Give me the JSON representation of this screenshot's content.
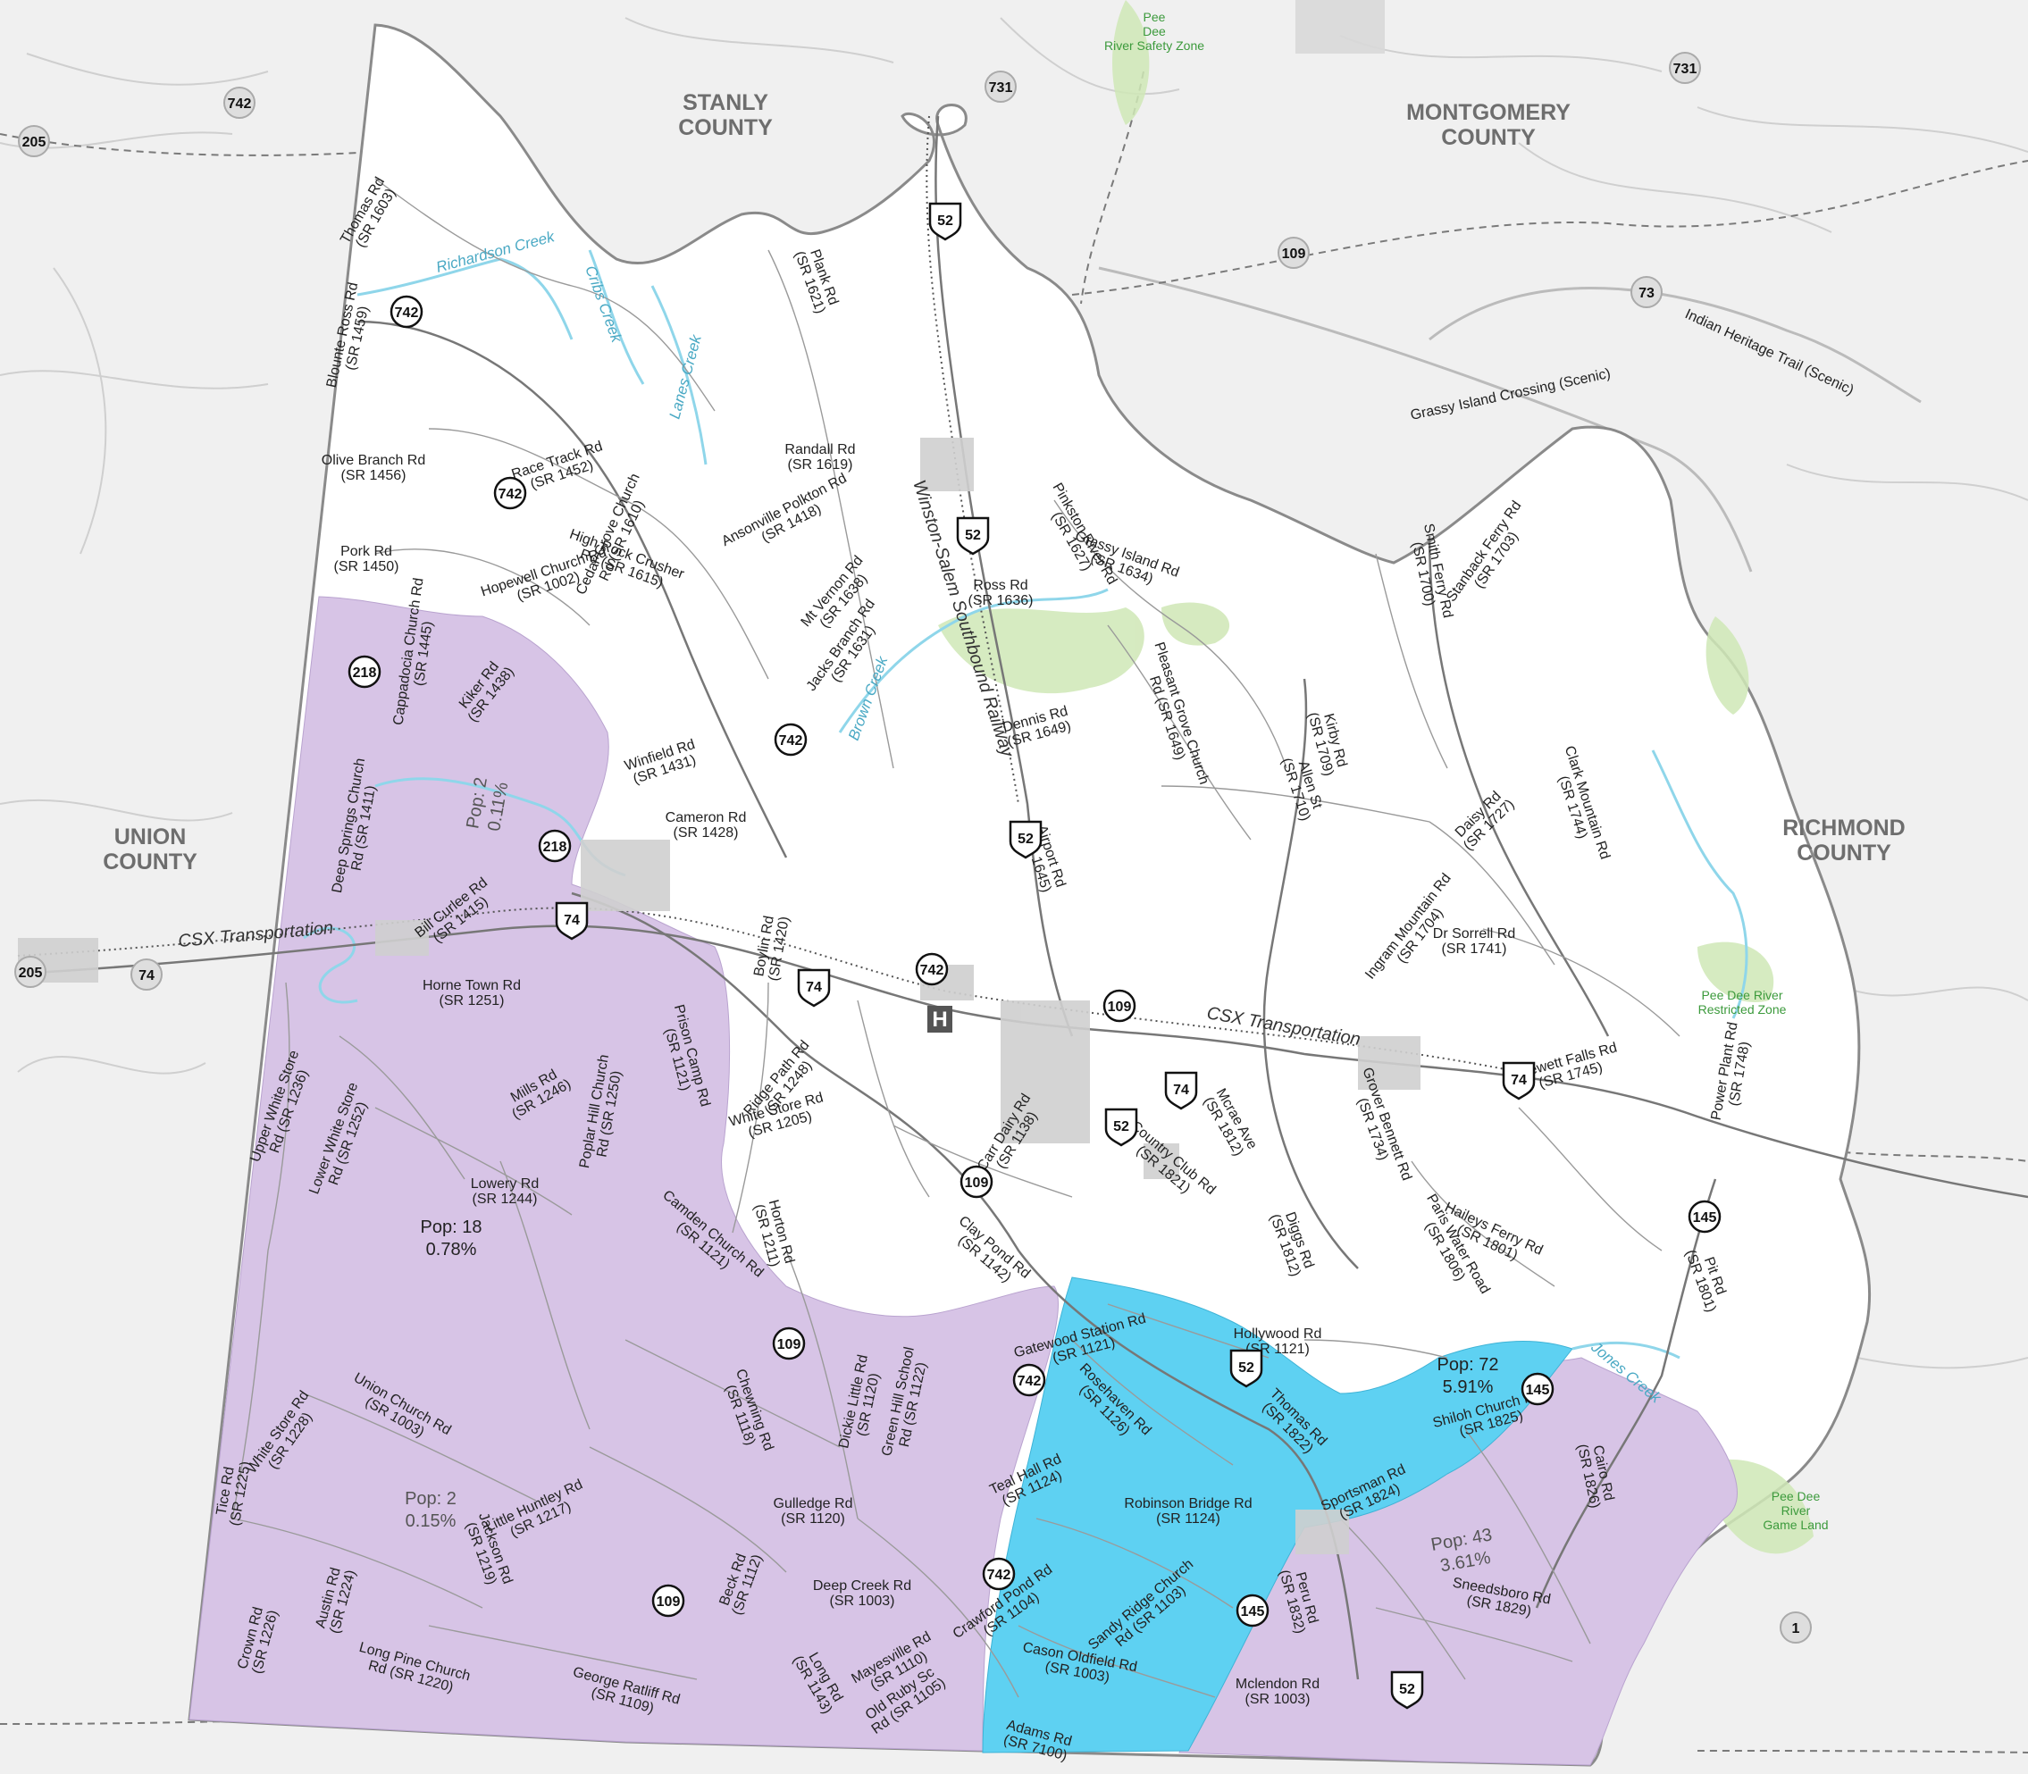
{
  "counties": [
    {
      "id": "stanly",
      "line1": "STANLY",
      "line2": "COUNTY"
    },
    {
      "id": "montgomery",
      "line1": "MONTGOMERY",
      "line2": "COUNTY"
    },
    {
      "id": "union",
      "line1": "UNION",
      "line2": "COUNTY"
    },
    {
      "id": "richmond",
      "line1": "RICHMOND",
      "line2": "COUNTY"
    }
  ],
  "population_zones": [
    {
      "id": "zone-nw",
      "pop": "Pop: 2",
      "pct": "0.11%",
      "color": "#d7c4e6"
    },
    {
      "id": "zone-west",
      "pop": "Pop: 18",
      "pct": "0.78%",
      "color": "#d7c4e6"
    },
    {
      "id": "zone-sw",
      "pop": "Pop: 2",
      "pct": "0.15%",
      "color": "#d7c4e6"
    },
    {
      "id": "zone-blue",
      "pop": "Pop: 72",
      "pct": "5.91%",
      "color": "#5ed1f2"
    },
    {
      "id": "zone-se",
      "pop": "Pop: 43",
      "pct": "3.61%",
      "color": "#d7c4e6"
    }
  ],
  "water": [
    "Richardson Creek",
    "Cribs Creek",
    "Lanes Creek",
    "Brown Creek",
    "Jones Creek"
  ],
  "railways": [
    "Winston-Salem Southbound Railway",
    "CSX Transportation",
    "CSX Transportation"
  ],
  "scenic_routes": [
    "Grassy Island Crossing (Scenic)",
    "Indian Heritage Trail (Scenic)"
  ],
  "parks": [
    {
      "line1": "Pee",
      "line2": "Dee",
      "line3": "River Safety Zone"
    },
    {
      "line1": "Pee Dee River",
      "line2": "Restricted Zone"
    },
    {
      "line1": "Pee Dee",
      "line2": "River",
      "line3": "Game Land"
    }
  ],
  "shields": [
    "742",
    "205",
    "731",
    "731",
    "109",
    "73",
    "52",
    "742",
    "742",
    "52",
    "218",
    "742",
    "218",
    "52",
    "74",
    "742",
    "74",
    "109",
    "74",
    "52",
    "109",
    "145",
    "742",
    "109",
    "52",
    "145",
    "109",
    "742",
    "145",
    "52",
    "205",
    "74",
    "218",
    "74",
    "1"
  ],
  "roads": [
    [
      "Thomas Rd",
      "(SR 1603)"
    ],
    [
      "Blounte Ross Rd",
      "(SR 1459)"
    ],
    [
      "Plank Rd",
      "(SR 1621)"
    ],
    [
      "Olive Branch Rd",
      "(SR 1456)"
    ],
    [
      "Race Track Rd",
      "(SR 1452)"
    ],
    [
      "Cedar Grove Church",
      "Rd (SR 1610)"
    ],
    [
      "Randall Rd",
      "(SR 1619)"
    ],
    [
      "Ansonville Polkton Rd",
      "(SR 1418)"
    ],
    [
      "Pork Rd",
      "(SR 1450)"
    ],
    [
      "Cappadocia Church Rd",
      "(SR 1445)"
    ],
    [
      "Hopewell Church Rd",
      "(SR 1002)"
    ],
    [
      "High Rock Crusher",
      "Rd (SR 1615)"
    ],
    [
      "Mt Vernon Rd",
      "(SR 1638)"
    ],
    [
      "Jacks Branch Rd",
      "(SR 1631)"
    ],
    [
      "Ross Rd",
      "(SR 1636)"
    ],
    [
      "Pinkston River Rd",
      "(SR 1627)"
    ],
    [
      "Grassy Island Rd",
      "(SR 1634)"
    ],
    [
      "Smith Ferry Rd",
      "(SR 1700)"
    ],
    [
      "Stanback Ferry Rd",
      "(SR 1703)"
    ],
    [
      "Kiker Rd",
      "(SR 1438)"
    ],
    [
      "Deep Springs Church",
      "Rd (SR 1411)"
    ],
    [
      "Winfield Rd",
      "(SR 1431)"
    ],
    [
      "Dennis Rd",
      "(SR 1649)"
    ],
    [
      "Pleasant Grove Church",
      "Rd (SR 1649)"
    ],
    [
      "Kirby Rd",
      "(SR 1709)"
    ],
    [
      "Allen St",
      "(SR 1710)"
    ],
    [
      "Daisy Rd",
      "(SR 1727)"
    ],
    [
      "Clark Mountain Rd",
      "(SR 1744)"
    ],
    [
      "Cameron Rd",
      "(SR 1428)"
    ],
    [
      "Bill Curlee Rd",
      "(SR 1415)"
    ],
    [
      "Boylin Rd",
      "(SR 1420)"
    ],
    [
      "Airport Rd",
      "(SR 1645)"
    ],
    [
      "Ingram Mountain Rd",
      "(SR 1704)"
    ],
    [
      "Dr Sorrell Rd",
      "(SR 1741)"
    ],
    [
      "Horne Town Rd",
      "(SR 1251)"
    ],
    [
      "Upper White Store",
      "Rd (SR 1236)"
    ],
    [
      "Lower White Store",
      "Rd (SR 1252)"
    ],
    [
      "Mills Rd",
      "(SR 1246)"
    ],
    [
      "Poplar Hill Church",
      "Rd (SR 1250)"
    ],
    [
      "Prison Camp Rd",
      "(SR 1121)"
    ],
    [
      "Ridge Path Rd",
      "(SR 1248)"
    ],
    [
      "White Store Rd",
      "(SR 1205)"
    ],
    [
      "Lowery Rd",
      "(SR 1244)"
    ],
    [
      "Carr Dairy Rd",
      "(SR 1138)"
    ],
    [
      "Country Club Rd",
      "(SR 1821)"
    ],
    [
      "Mcrae Ave",
      "(SR 1812)"
    ],
    [
      "Grover Bennett Rd",
      "(SR 1734)"
    ],
    [
      "Blewett Falls Rd",
      "(SR 1745)"
    ],
    [
      "Power Plant Rd",
      "(SR 1748)"
    ],
    [
      "Haileys Ferry Rd",
      "(SR 1801)"
    ],
    [
      "Paris Water Road",
      "(SR 1806)"
    ],
    [
      "Diggs Rd",
      "(SR 1812)"
    ],
    [
      "Pit Rd",
      "(SR 1801)"
    ],
    [
      "Horton Rd",
      "(SR 1211)"
    ],
    [
      "Camden Church Rd",
      "(SR 1121)"
    ],
    [
      "Clay Pond Rd",
      "(SR 1142)"
    ],
    [
      "Gatewood Station Rd",
      "(SR 1121)"
    ],
    [
      "Hollywood Rd",
      "(SR 1121)"
    ],
    [
      "White Store Rd",
      "(SR 1228)"
    ],
    [
      "Union Church Rd",
      "(SR 1003)"
    ],
    [
      "Dickie Little Rd",
      "(SR 1120)"
    ],
    [
      "Green Hill School",
      "Rd (SR 1122)"
    ],
    [
      "Chewning Rd",
      "(SR 1118)"
    ],
    [
      "Rosehaven Rd",
      "(SR 1126)"
    ],
    [
      "Thomas Rd",
      "(SR 1822)"
    ],
    [
      "Shiloh Church Rd",
      "(SR 1825)"
    ],
    [
      "Tice Rd",
      "(SR 1225)"
    ],
    [
      "Jackson Rd",
      "(SR 1219)"
    ],
    [
      "Little Huntley Rd",
      "(SR 1217)"
    ],
    [
      "Gulledge Rd",
      "(SR 1120)"
    ],
    [
      "Teal Hall Rd",
      "(SR 1124)"
    ],
    [
      "Robinson Bridge Rd",
      "(SR 1124)"
    ],
    [
      "Sportsman Rd",
      "(SR 1824)"
    ],
    [
      "Cairo Rd",
      "(SR 1826)"
    ],
    [
      "Austin Rd",
      "(SR 1224)"
    ],
    [
      "Crown Rd",
      "(SR 1226)"
    ],
    [
      "Beck Rd",
      "(SR 1112)"
    ],
    [
      "Deep Creek Rd",
      "(SR 1003)"
    ],
    [
      "Crawford Pond Rd",
      "(SR 1104)"
    ],
    [
      "Sandy Ridge Church",
      "Rd (SR 1103)"
    ],
    [
      "Peru Rd",
      "(SR 1832)"
    ],
    [
      "Sneedsboro Rd",
      "(SR 1829)"
    ],
    [
      "Long Pine Church",
      "Rd (SR 1220)"
    ],
    [
      "Mayesville Rd",
      "(SR 1110)"
    ],
    [
      "Cason Oldfield Rd",
      "(SR 1003)"
    ],
    [
      "George Ratliff Rd",
      "(SR 1109)"
    ],
    [
      "Long Rd",
      "(SR 1143)"
    ],
    [
      "Old Ruby Sc",
      "Rd (SR 1105)"
    ],
    [
      "Mclendon Rd",
      "(SR 1003)"
    ],
    [
      "Adams Rd",
      "(SR 7100)"
    ]
  ]
}
